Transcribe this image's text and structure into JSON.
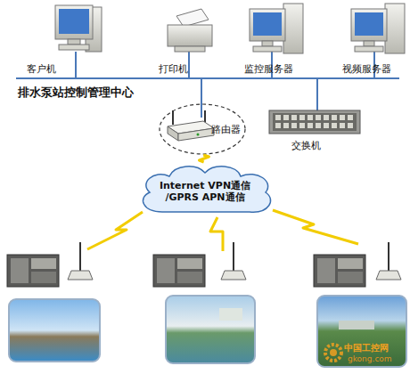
{
  "diagram": {
    "nodes": [
      {
        "text": [
          "客户机"
        ]
      },
      {
        "text": [
          "打印机"
        ]
      },
      {
        "text": [
          "监控服务器"
        ]
      },
      {
        "text": [
          "视频服务器"
        ]
      },
      {
        "text": [
          "路由器"
        ]
      },
      {
        "text": [
          "交换机"
        ]
      },
      {
        "text": [
          "Internet VPN通信 /GPRS APN通信"
        ]
      }
    ],
    "edges": [
      {
        "from": 4,
        "to": 6,
        "arrow": "none"
      }
    ],
    "labels": [
      "排水泵站控制管理中心",
      "中国工控网",
      "gkong.com"
    ]
  }
}
